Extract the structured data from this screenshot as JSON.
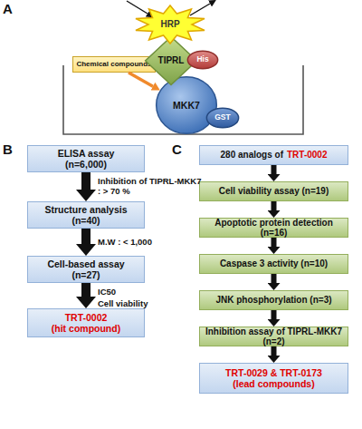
{
  "diagram": {
    "nodes": [
      {
        "text": [
          "HRP"
        ]
      },
      {
        "text": [
          "TIPRL"
        ]
      },
      {
        "text": [
          "His"
        ]
      },
      {
        "text": [
          "Chemical compounds"
        ]
      },
      {
        "text": [
          "MKK7"
        ]
      },
      {
        "text": [
          "GST"
        ]
      },
      {
        "text": [
          "ELISA assay",
          "(n=6,000)"
        ]
      },
      {
        "text": [
          "Structure analysis",
          "(n=40)"
        ]
      },
      {
        "text": [
          "Cell-based assay",
          "(n=27)"
        ]
      },
      {
        "text": [
          "TRT-0002",
          "(hit compound)"
        ]
      },
      {
        "text": [
          "280 analogs of",
          "TRT-0002"
        ]
      },
      {
        "text": [
          "Cell viability assay (n=19)"
        ]
      },
      {
        "text": [
          "Apoptotic protein detection (n=16)"
        ]
      },
      {
        "text": [
          "Caspase 3 activity (n=10)"
        ]
      },
      {
        "text": [
          "JNK phosphorylation (n=3)"
        ]
      },
      {
        "text": [
          "Inhibition assay of TIPRL-MKK7 (n=2)"
        ]
      },
      {
        "text": [
          "TRT-0029 & TRT-0173",
          "(lead compounds)"
        ]
      }
    ],
    "edges": [
      {
        "from": 3,
        "to": 4,
        "arrow": "to"
      },
      {
        "from": 6,
        "to": 7,
        "label": "Inhibition of TIPRL-MKK7 : > 70 %",
        "arrow": "to"
      },
      {
        "from": 7,
        "to": 8,
        "label": "M.W : < 1,000",
        "arrow": "to"
      },
      {
        "from": 8,
        "to": 9,
        "label": "IC50",
        "arrow": "to"
      },
      {
        "from": 10,
        "to": 11,
        "arrow": "to"
      },
      {
        "from": 11,
        "to": 12,
        "arrow": "to"
      },
      {
        "from": 12,
        "to": 13,
        "arrow": "to"
      },
      {
        "from": 13,
        "to": 14,
        "arrow": "to"
      },
      {
        "from": 14,
        "to": 15,
        "arrow": "to"
      },
      {
        "from": 15,
        "to": 16,
        "arrow": "to"
      }
    ],
    "labels": [
      "A",
      "B",
      "C",
      "Cell viability"
    ]
  }
}
